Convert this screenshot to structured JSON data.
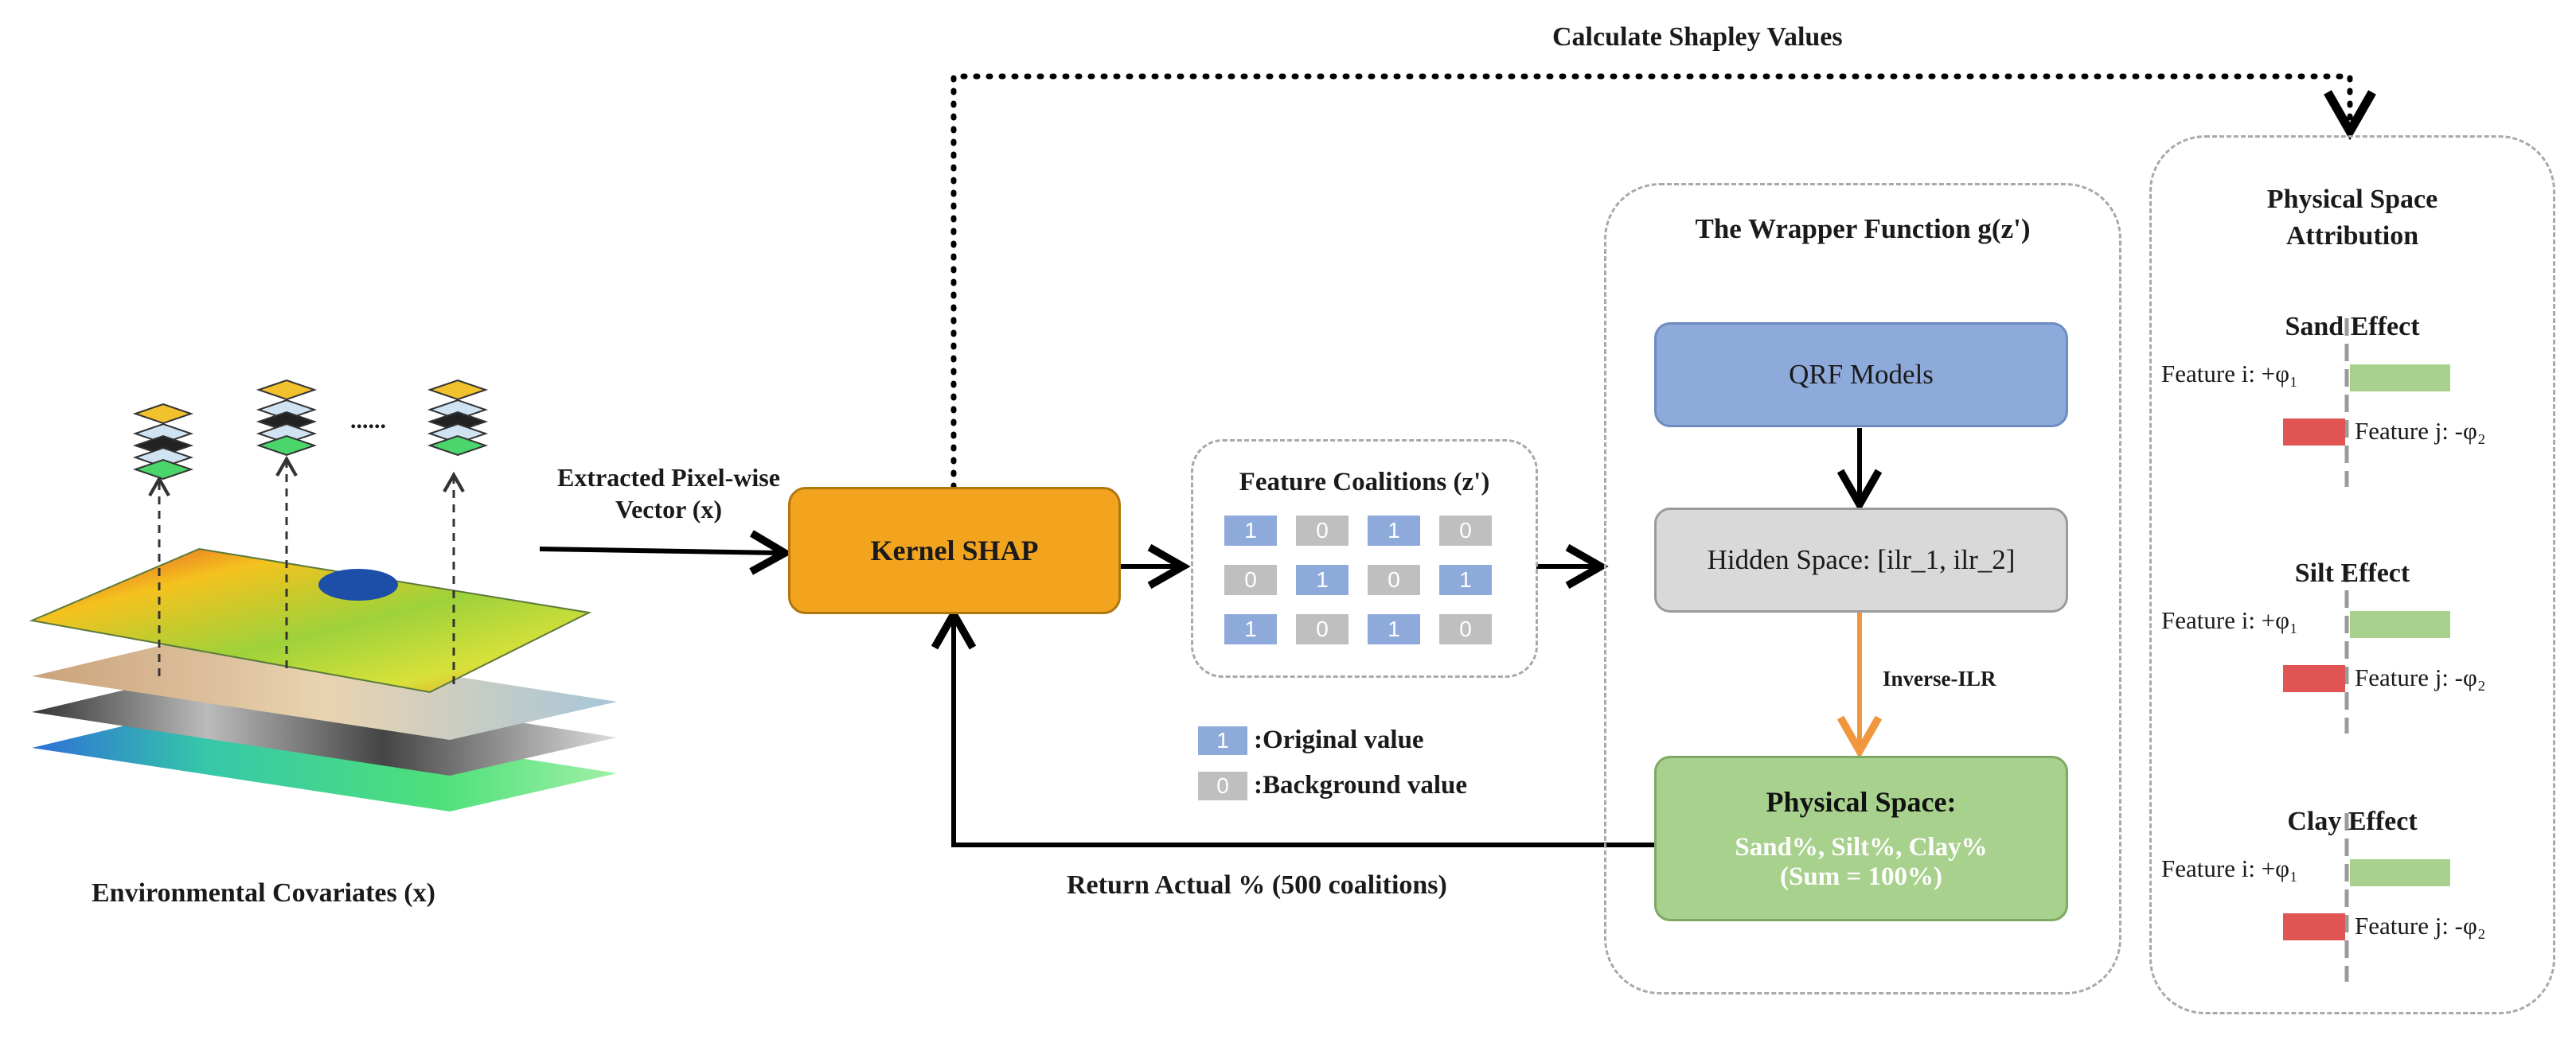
{
  "title_top": "Calculate Shapley Values",
  "left": {
    "caption": "Environmental Covariates (x)",
    "ellipsis": "......"
  },
  "arrow_label": {
    "line1": "Extracted Pixel-wise",
    "line2": "Vector (x)"
  },
  "kernel_shap": "Kernel SHAP",
  "coalitions": {
    "title": "Feature Coalitions (z')",
    "rows": [
      [
        "1",
        "0",
        "1",
        "0"
      ],
      [
        "0",
        "1",
        "0",
        "1"
      ],
      [
        "1",
        "0",
        "1",
        "0"
      ]
    ]
  },
  "legend": {
    "original_key": "1",
    "original_label": ":Original value",
    "background_key": "0",
    "background_label": ":Background value"
  },
  "return_label": "Return Actual % (500 coalitions)",
  "wrapper": {
    "title": "The Wrapper Function g(z')",
    "qrf": "QRF Models",
    "hidden": "Hidden Space: [ilr_1, ilr_2]",
    "inverse": "Inverse-ILR",
    "physical_title": "Physical Space:",
    "physical_line1": "Sand%, Silt%, Clay%",
    "physical_line2": "(Sum = 100%)"
  },
  "attribution": {
    "title_line1": "Physical Space",
    "title_line2": "Attribution",
    "effects": [
      {
        "name": "Sand Effect",
        "pos": "Feature i: +φ₁",
        "neg": "Feature j: -φ₂"
      },
      {
        "name": "Silt Effect",
        "pos": "Feature i: +φ₁",
        "neg": "Feature j: -φ₂"
      },
      {
        "name": "Clay Effect",
        "pos": "Feature i: +φ₁",
        "neg": "Feature j: -φ₂"
      }
    ]
  },
  "colors": {
    "kernel": "#f2a41f",
    "qrf": "#8eaadb",
    "hidden": "#d9d9d9",
    "physical": "#a9d18e",
    "blue_cell": "#8eaadb",
    "gray_cell": "#bfbfbf",
    "pos_bar": "#a9d18e",
    "neg_bar": "#e05454",
    "inverse_arrow": "#f0963c"
  }
}
